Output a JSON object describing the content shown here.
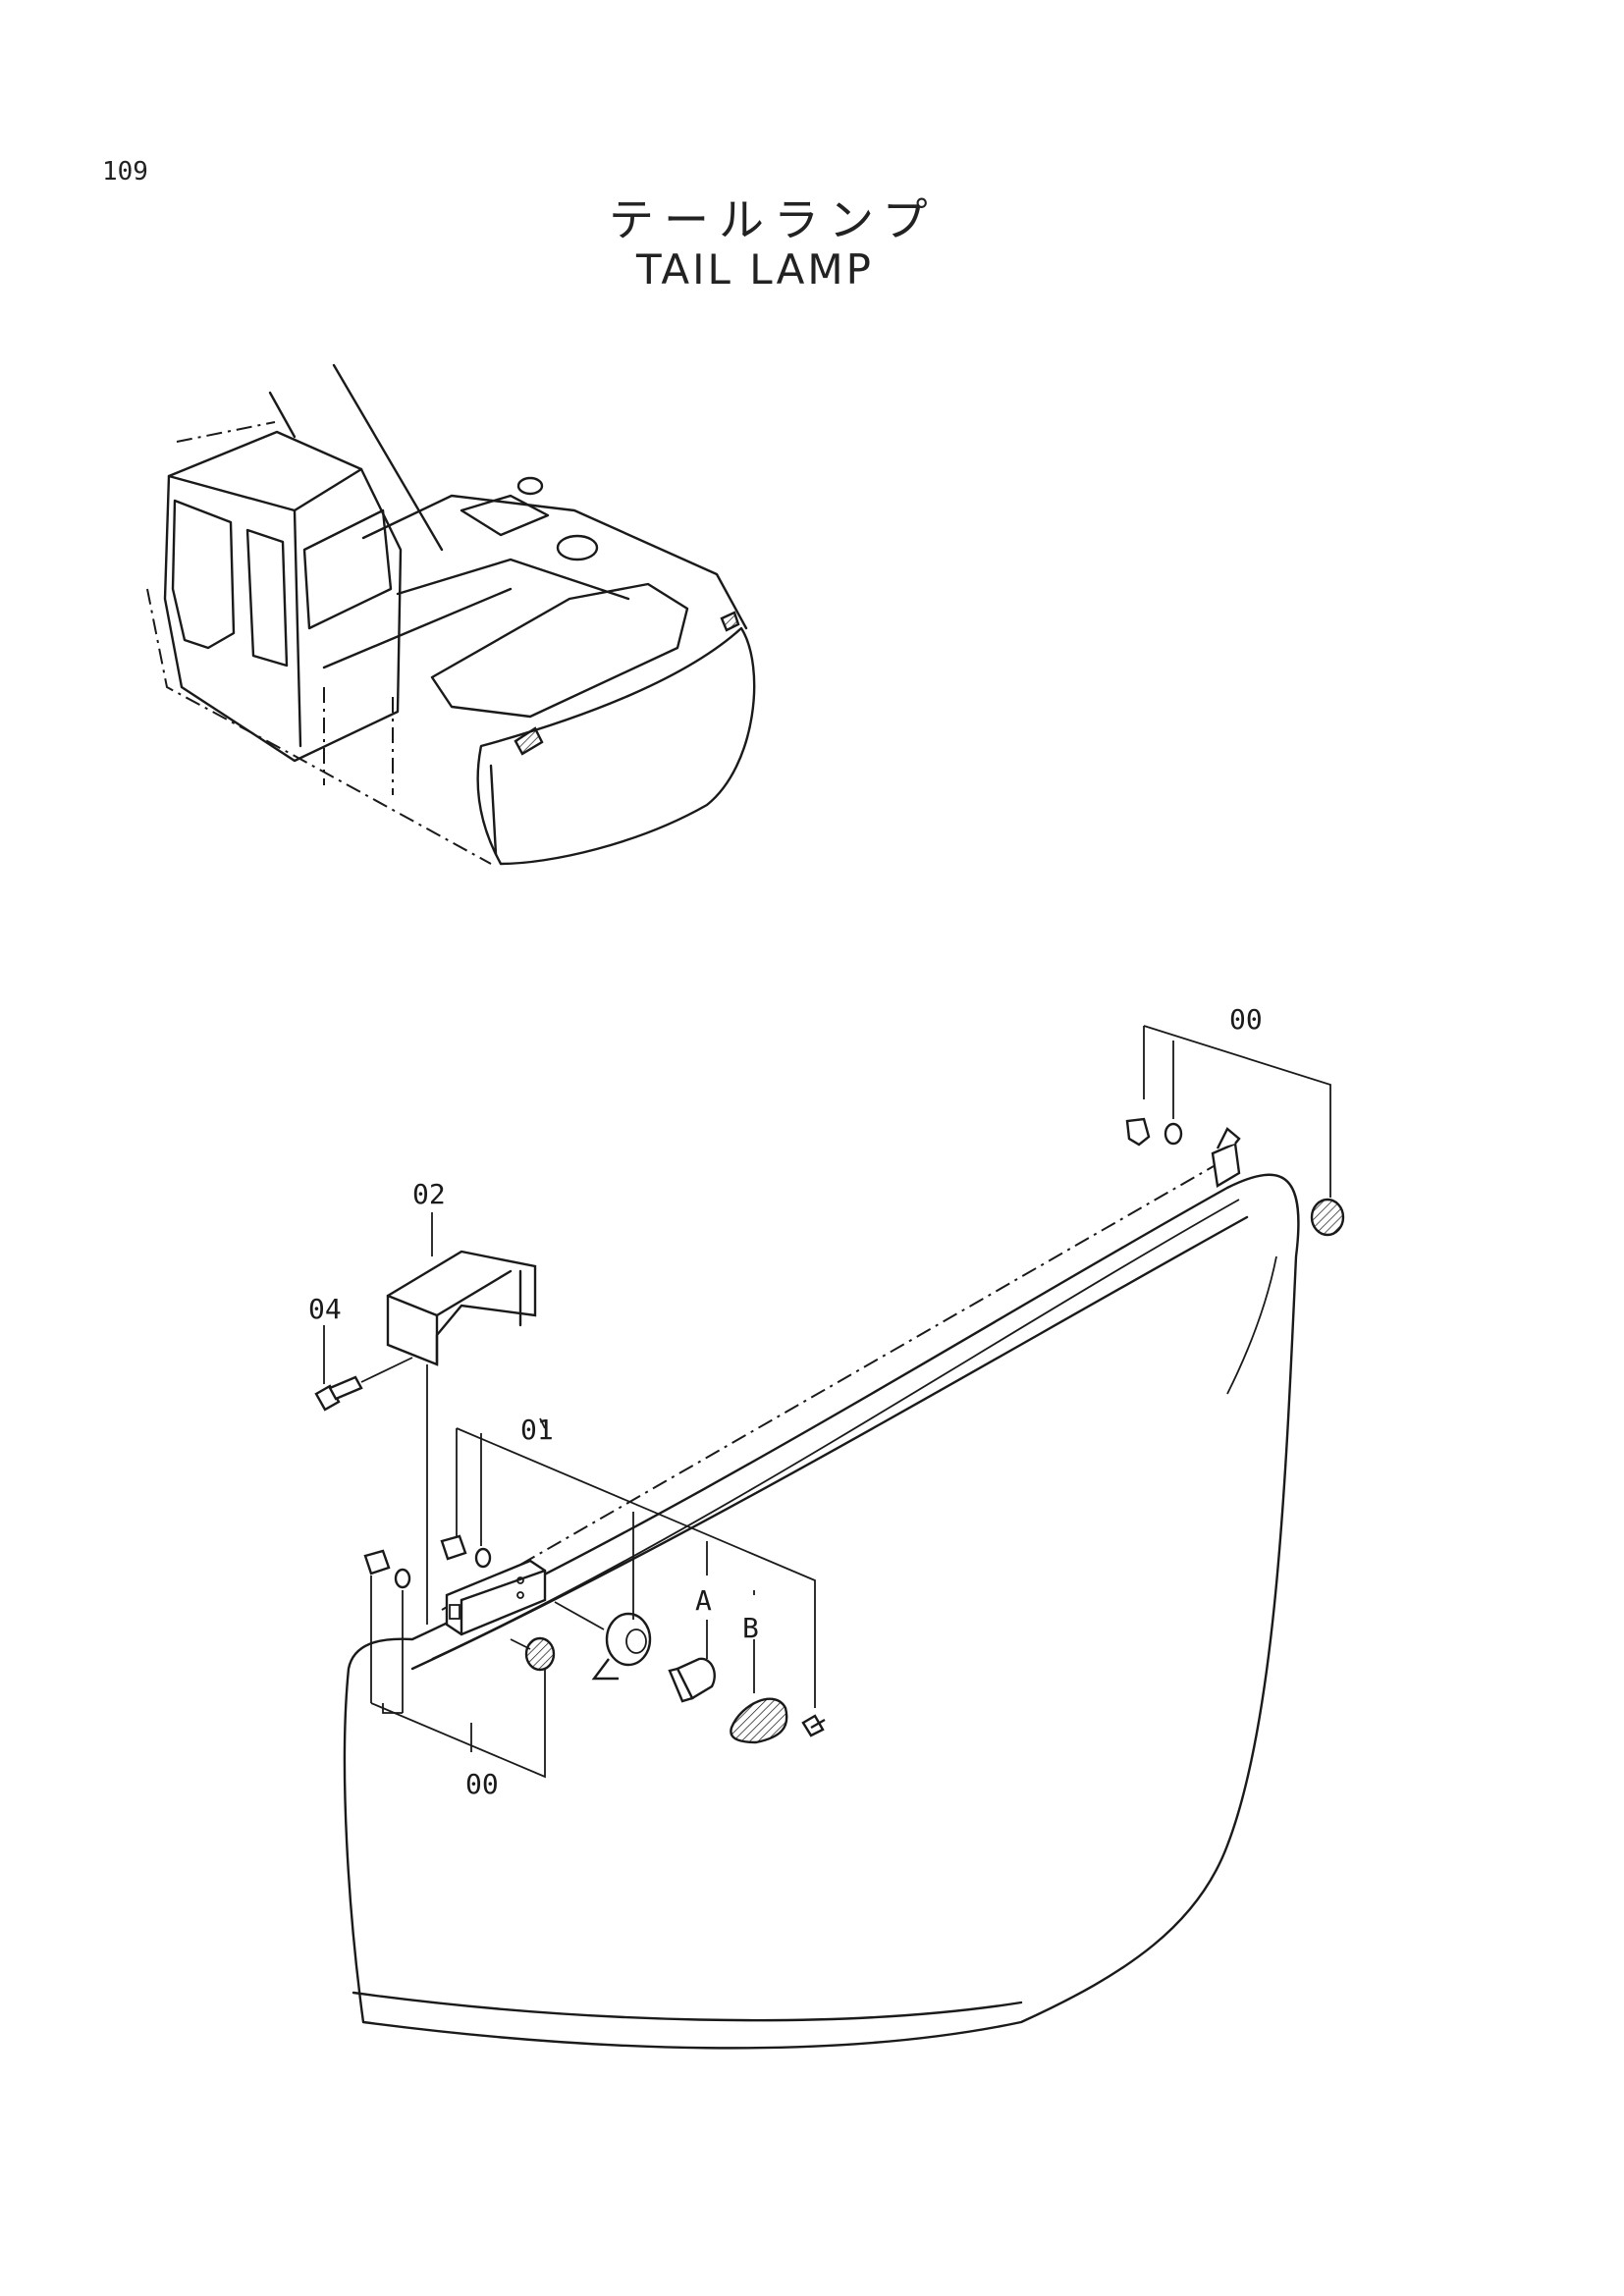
{
  "page_number": "109",
  "title_jp": "テールランプ",
  "title_en": "TAIL LAMP",
  "callouts": {
    "c00_top": "00",
    "c02": "02",
    "c04": "04",
    "c01": "01",
    "cA": "A",
    "cB": "B",
    "c00_bottom": "00"
  }
}
